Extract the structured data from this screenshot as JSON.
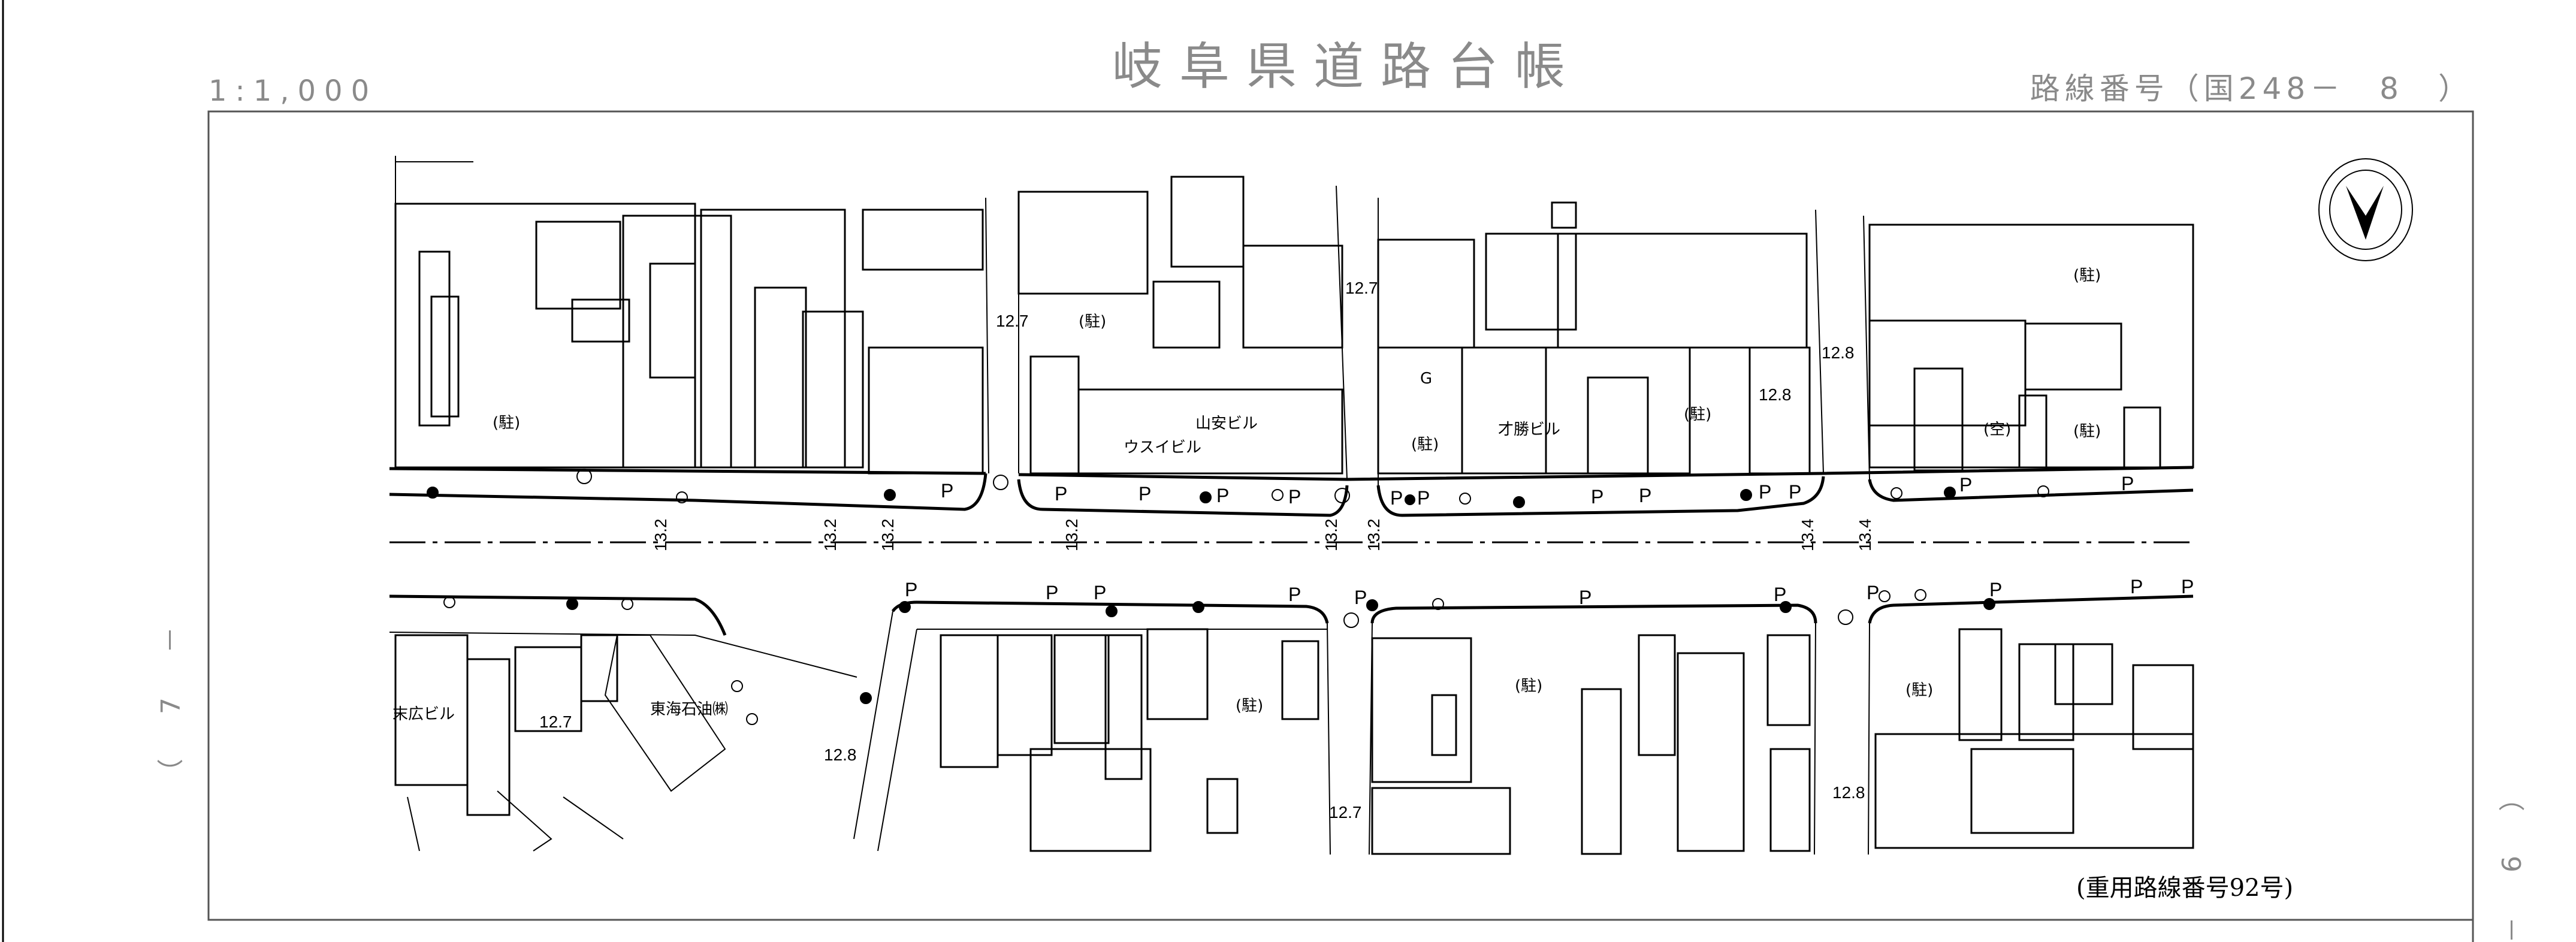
{
  "header": {
    "scale": "1:1,000",
    "title": "岐阜県道路台帳",
    "route_number": "路線番号（国248－　8　）"
  },
  "footer": {
    "overlap_route": "(重用路線番号92号)"
  },
  "margins": {
    "left_sheet": "（ 7 －",
    "right_sheet": "（ 9 －"
  },
  "map": {
    "north_arrow": "north-arrow",
    "parking_symbol": "P",
    "labels": {
      "parking_nw": "(駐)",
      "elev_127_a": "12.7",
      "parking_n2": "(駐)",
      "yamayasu_bldg": "山安ビル",
      "usui_bldg": "ウスイビル",
      "elev_127_b": "12.7",
      "g_label": "G",
      "parking_g": "(駐)",
      "saikatsu_bldg": "才勝ビル",
      "parking_n3": "(駐)",
      "elev_128_a": "12.8",
      "elev_128_b": "12.8",
      "parking_ne": "(駐)",
      "vacant": "(空)",
      "parking_ne2": "(駐)",
      "suehiro_bldg": "末広ビル",
      "elev_127_c": "12.7",
      "tokai_oil": "東海石油㈱",
      "elev_128_c": "12.8",
      "parking_s1": "(駐)",
      "parking_s2": "(駐)",
      "elev_127_d": "12.7",
      "parking_s3": "(駐)",
      "elev_128_d": "12.8"
    },
    "road_elevations": [
      "13.2",
      "13.2",
      "13.2",
      "13.2",
      "13.2",
      "13.2",
      "13.4",
      "13.4"
    ]
  }
}
